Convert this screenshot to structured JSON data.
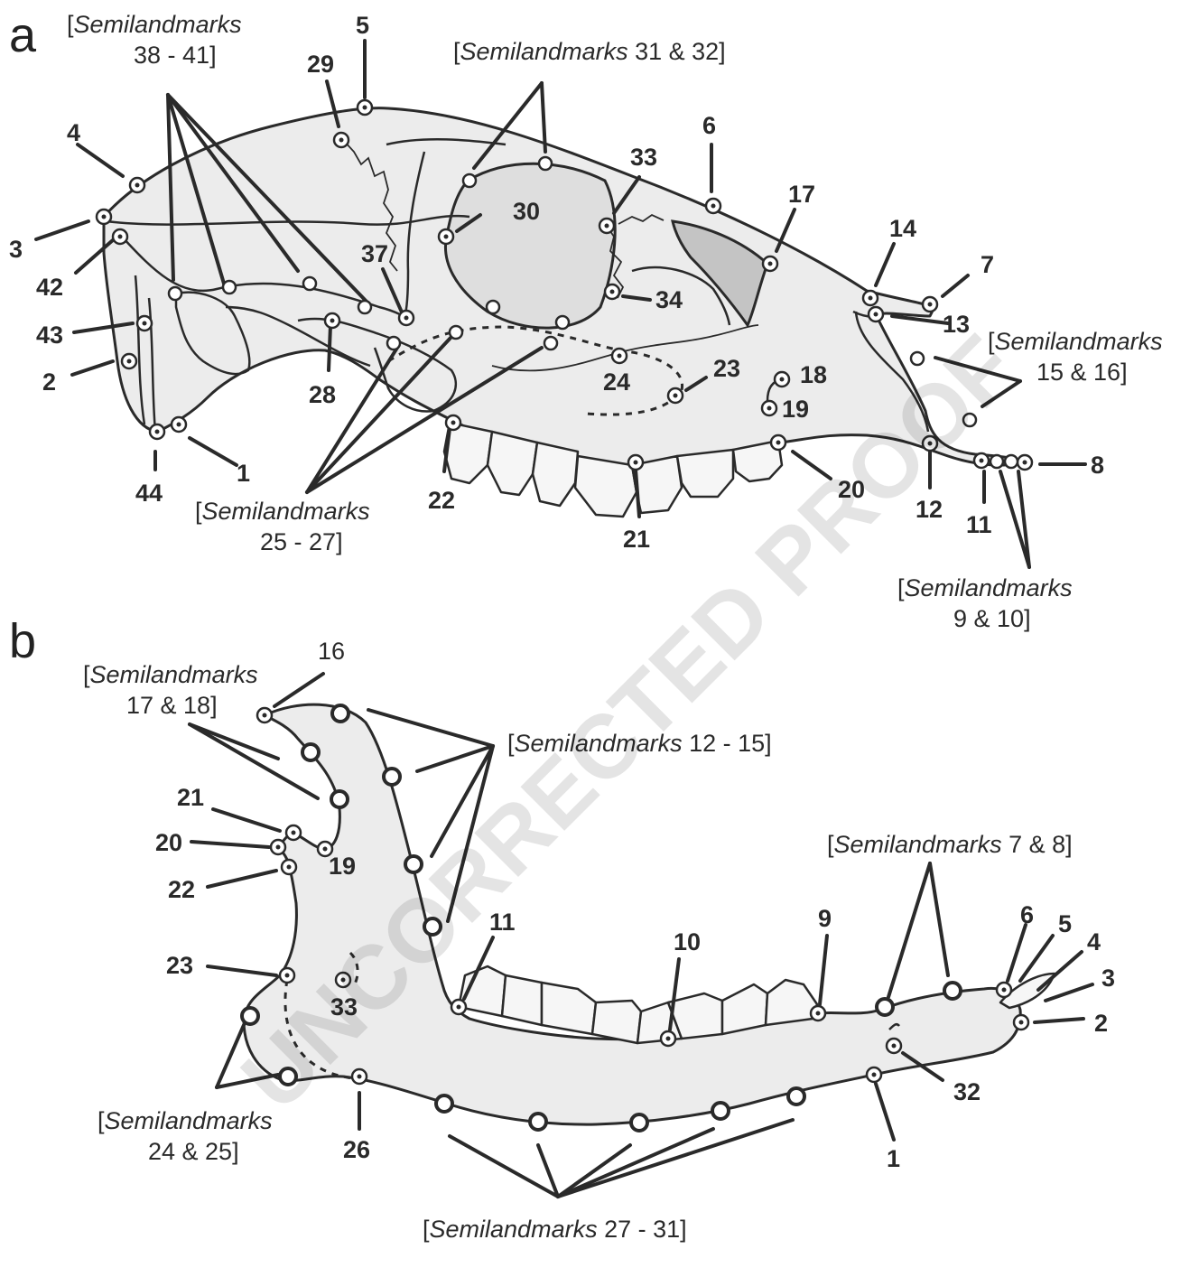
{
  "panels": {
    "a": {
      "letter": "a"
    },
    "b": {
      "letter": "b"
    }
  },
  "watermark": "UNCORRECTED PROOF",
  "semi_word": "Semilandmarks",
  "panel_a": {
    "landmarks": [
      "1",
      "2",
      "3",
      "4",
      "5",
      "6",
      "7",
      "8",
      "11",
      "12",
      "13",
      "14",
      "17",
      "18",
      "19",
      "20",
      "21",
      "22",
      "23",
      "24",
      "28",
      "29",
      "30",
      "33",
      "34",
      "37",
      "42",
      "43",
      "44"
    ],
    "semilandmark_groups": [
      {
        "range": "38 - 41",
        "open": "[",
        "close": "]"
      },
      {
        "range": "31 & 32",
        "open": "[",
        "close": "]"
      },
      {
        "range": "15 & 16",
        "open": "[",
        "close": "]"
      },
      {
        "range": "25 - 27",
        "open": "[",
        "close": "]"
      },
      {
        "range": "9 & 10",
        "open": "[",
        "close": "]"
      }
    ]
  },
  "panel_b": {
    "landmarks": [
      "1",
      "2",
      "3",
      "4",
      "5",
      "6",
      "9",
      "10",
      "11",
      "16",
      "19",
      "20",
      "21",
      "22",
      "23",
      "26",
      "32",
      "33"
    ],
    "semilandmark_groups": [
      {
        "range": "17 & 18",
        "open": "[",
        "close": "]"
      },
      {
        "range": "12 - 15",
        "open": "[",
        "close": "]"
      },
      {
        "range": "7 & 8",
        "open": "[",
        "close": "]"
      },
      {
        "range": "24 & 25",
        "open": "[",
        "close": "]"
      },
      {
        "range": "27 - 31",
        "open": "[",
        "close": "]"
      }
    ]
  },
  "colors": {
    "ink": "#2a2a2a",
    "bone": "#ececec",
    "orbit": "#dedede",
    "dark_region": "#c4c4c4"
  }
}
